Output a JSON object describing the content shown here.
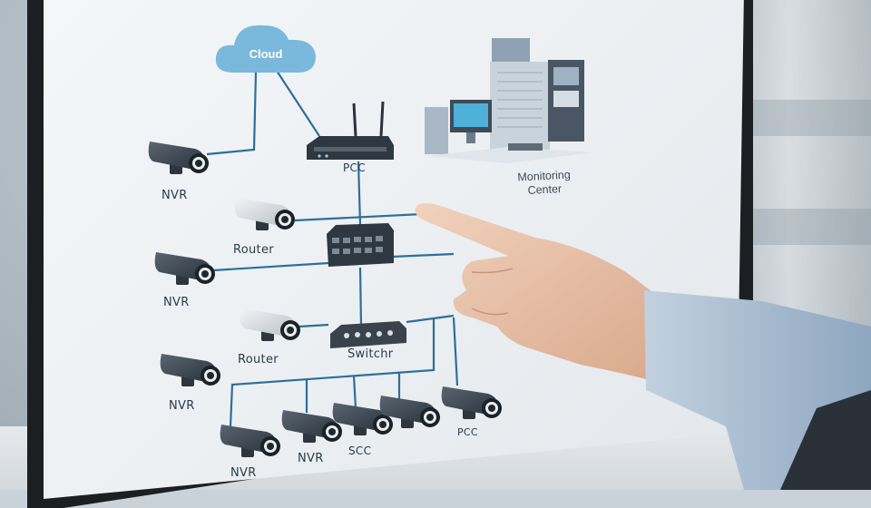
{
  "diagram": {
    "cloud_label": "Cloud",
    "router_label": "PCC",
    "monitoring_center": [
      "Monitoring",
      "Center"
    ],
    "switch_label": "Switchr",
    "camera_labels": {
      "nvr_1": "NVR",
      "router_1": "Router",
      "nvr_2": "NVR",
      "router_2": "Router",
      "nvr_3": "NVR",
      "bottom_1": "NVR",
      "bottom_2": "NVR",
      "bottom_3": "SCC",
      "bottom_4": "PCC"
    }
  },
  "colors": {
    "line": "#2d6f9a",
    "cloud": "#7ab8dc",
    "camera_dark": "#3b4550",
    "camera_light": "#d9dde1",
    "skin": "#e8c1a8",
    "sleeve": "#a9bdd3"
  }
}
